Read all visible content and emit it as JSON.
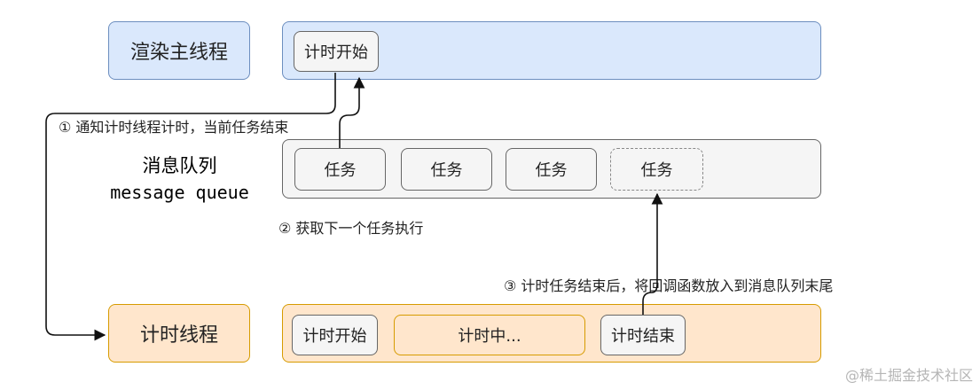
{
  "threads": {
    "render_thread_label": "渲染主线程",
    "timer_thread_label": "计时线程"
  },
  "message_queue": {
    "title_cn": "消息队列",
    "title_en": "message queue",
    "tasks": [
      "任务",
      "任务",
      "任务",
      "任务"
    ]
  },
  "render_lane": {
    "start_task": "计时开始"
  },
  "timer_lane": {
    "start_task": "计时开始",
    "running_task": "计时中...",
    "end_task": "计时结束"
  },
  "notes": {
    "step1": "① 通知计时线程计时，当前任务结束",
    "step2": "② 获取下一个任务执行",
    "step3": "③ 计时任务结束后，将回调函数放入到消息队列末尾"
  },
  "watermark": "@稀土掘金技术社区"
}
